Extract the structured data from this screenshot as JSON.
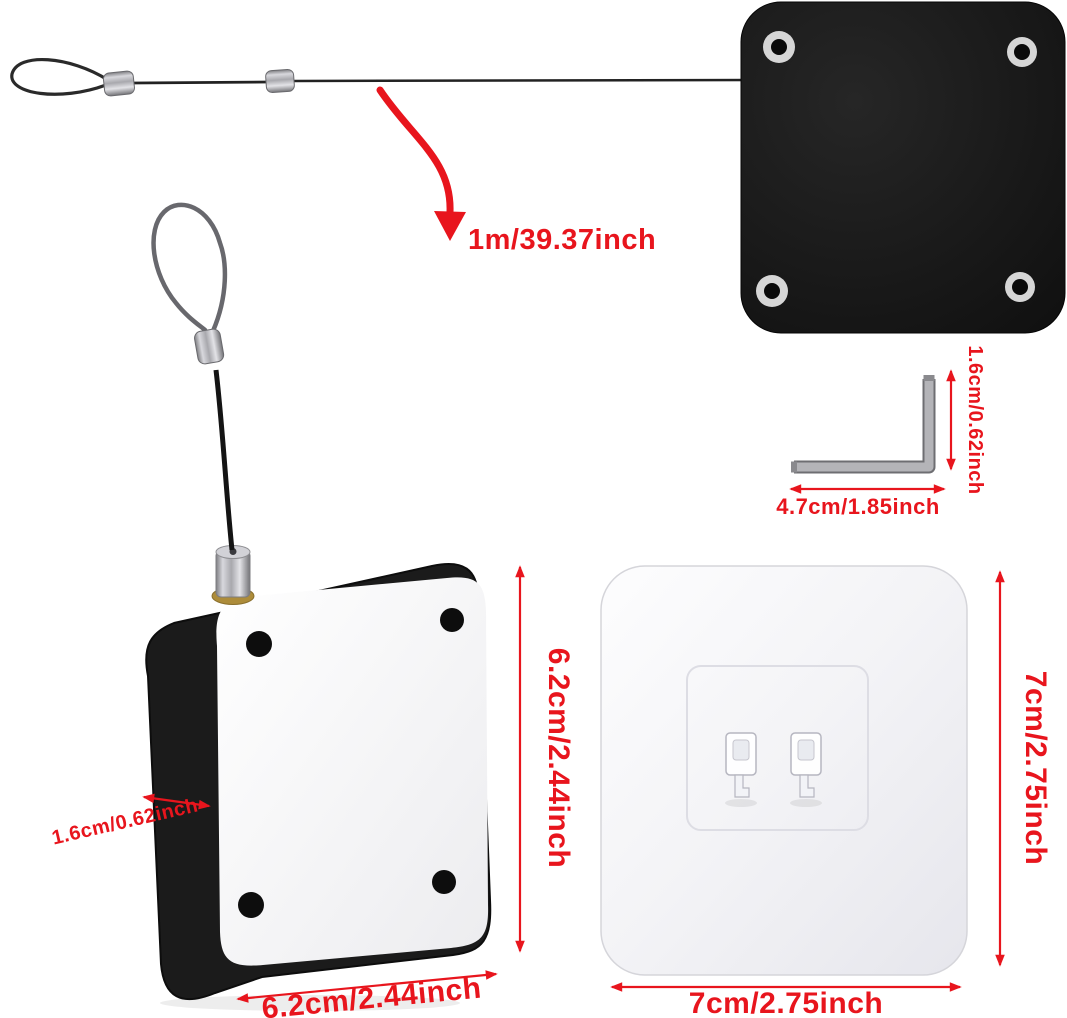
{
  "colors": {
    "background": "#ffffff",
    "annotation": "#e8151d",
    "plate": "#141414",
    "device_body": "#1b1b1b",
    "front_panel": "#fafafa",
    "adhesive_pad": "#f2f2f5",
    "metal": "#b9b9bd",
    "brass": "#ad8c3a"
  },
  "annotations": {
    "cable_length": "1m/39.37inch",
    "wrench": {
      "height": "1.6cm/0.62inch",
      "length": "4.7cm/1.85inch"
    },
    "device": {
      "height": "6.2cm/2.44inch",
      "width": "6.2cm/2.44inch",
      "depth": "1.6cm/0.62inch"
    },
    "pad": {
      "height": "7cm/2.75inch",
      "width": "7cm/2.75inch"
    }
  }
}
